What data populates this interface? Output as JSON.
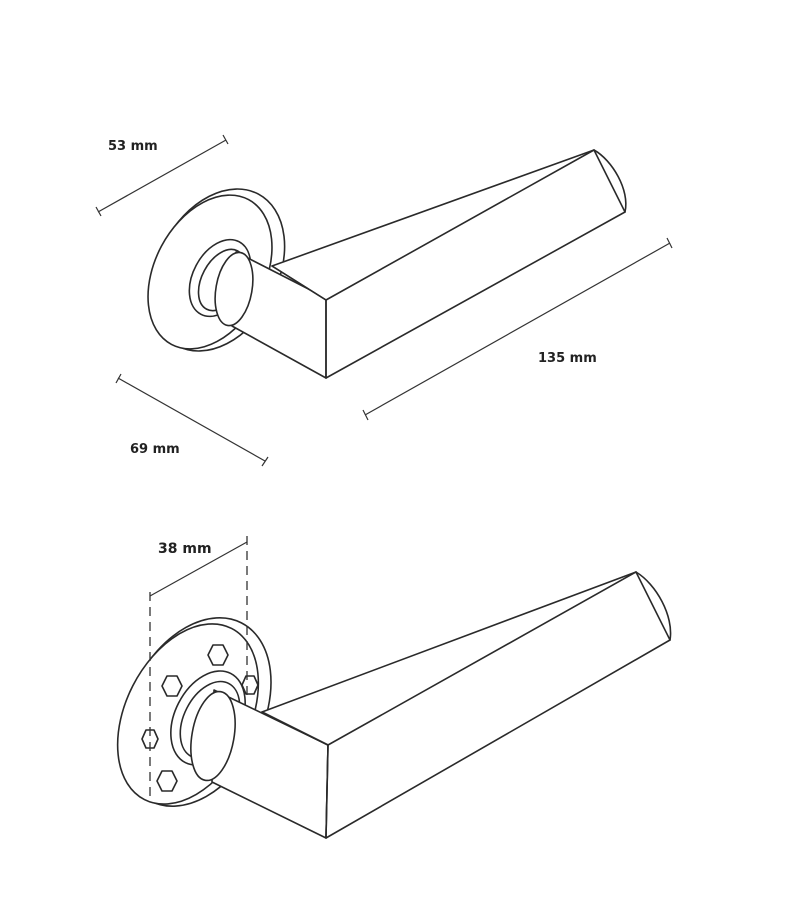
{
  "dimensions": {
    "rose_diameter": "53 mm",
    "handle_length": "135 mm",
    "projection": "69 mm",
    "inner_rose": "38 mm"
  }
}
